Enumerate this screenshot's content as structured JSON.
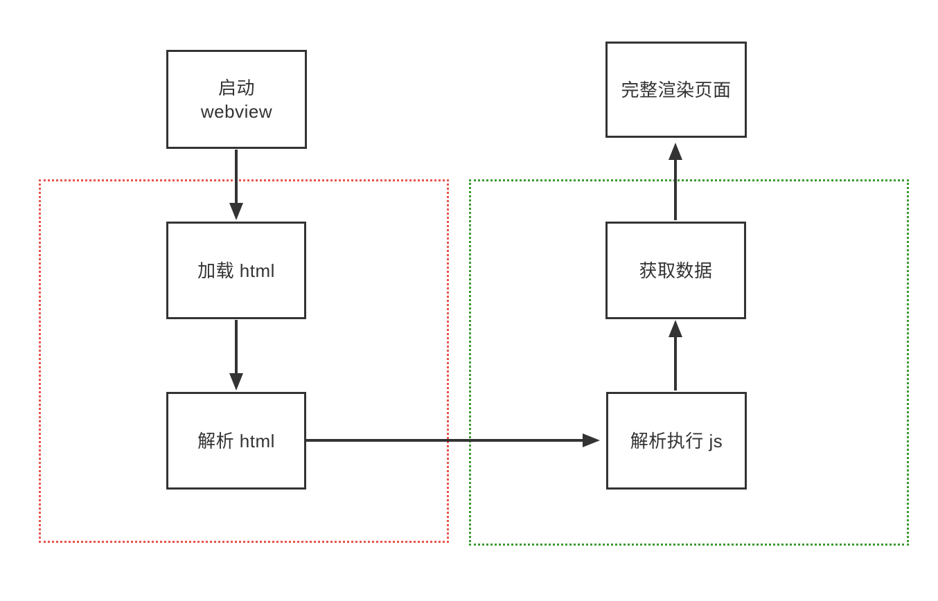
{
  "diagram": {
    "title": "webview page render flowchart",
    "background_color": "#ffffff",
    "node_border_color": "#333333",
    "node_fill_color": "#ffffff",
    "text_color": "#333333",
    "arrow_color": "#333333",
    "nodes": [
      {
        "id": "start-webview",
        "label": "启动\nwebview"
      },
      {
        "id": "load-html",
        "label": "加载 html"
      },
      {
        "id": "parse-html",
        "label": "解析 html"
      },
      {
        "id": "render-complete",
        "label": "完整渲染页面"
      },
      {
        "id": "fetch-data",
        "label": "获取数据"
      },
      {
        "id": "parse-exec-js",
        "label": "解析执行 js"
      }
    ],
    "edges": [
      {
        "from": "start-webview",
        "to": "load-html",
        "direction": "down"
      },
      {
        "from": "load-html",
        "to": "parse-html",
        "direction": "down"
      },
      {
        "from": "parse-html",
        "to": "parse-exec-js",
        "direction": "right"
      },
      {
        "from": "parse-exec-js",
        "to": "fetch-data",
        "direction": "up"
      },
      {
        "from": "fetch-data",
        "to": "render-complete",
        "direction": "up"
      }
    ],
    "groups": [
      {
        "id": "group-native-load-parse",
        "border_color": "#e8524b",
        "border_style": "dotted",
        "contains": [
          "load-html",
          "parse-html"
        ]
      },
      {
        "id": "group-js-data-phase",
        "border_color": "#3a9a2f",
        "border_style": "dotted",
        "contains": [
          "parse-exec-js",
          "fetch-data"
        ]
      }
    ]
  }
}
